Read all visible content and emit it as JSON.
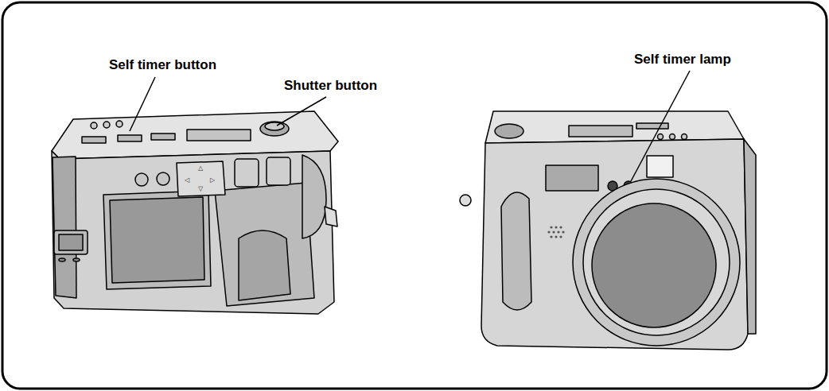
{
  "diagram": {
    "labels": [
      "Self timer button",
      "Shutter button",
      "Self timer lamp"
    ]
  }
}
